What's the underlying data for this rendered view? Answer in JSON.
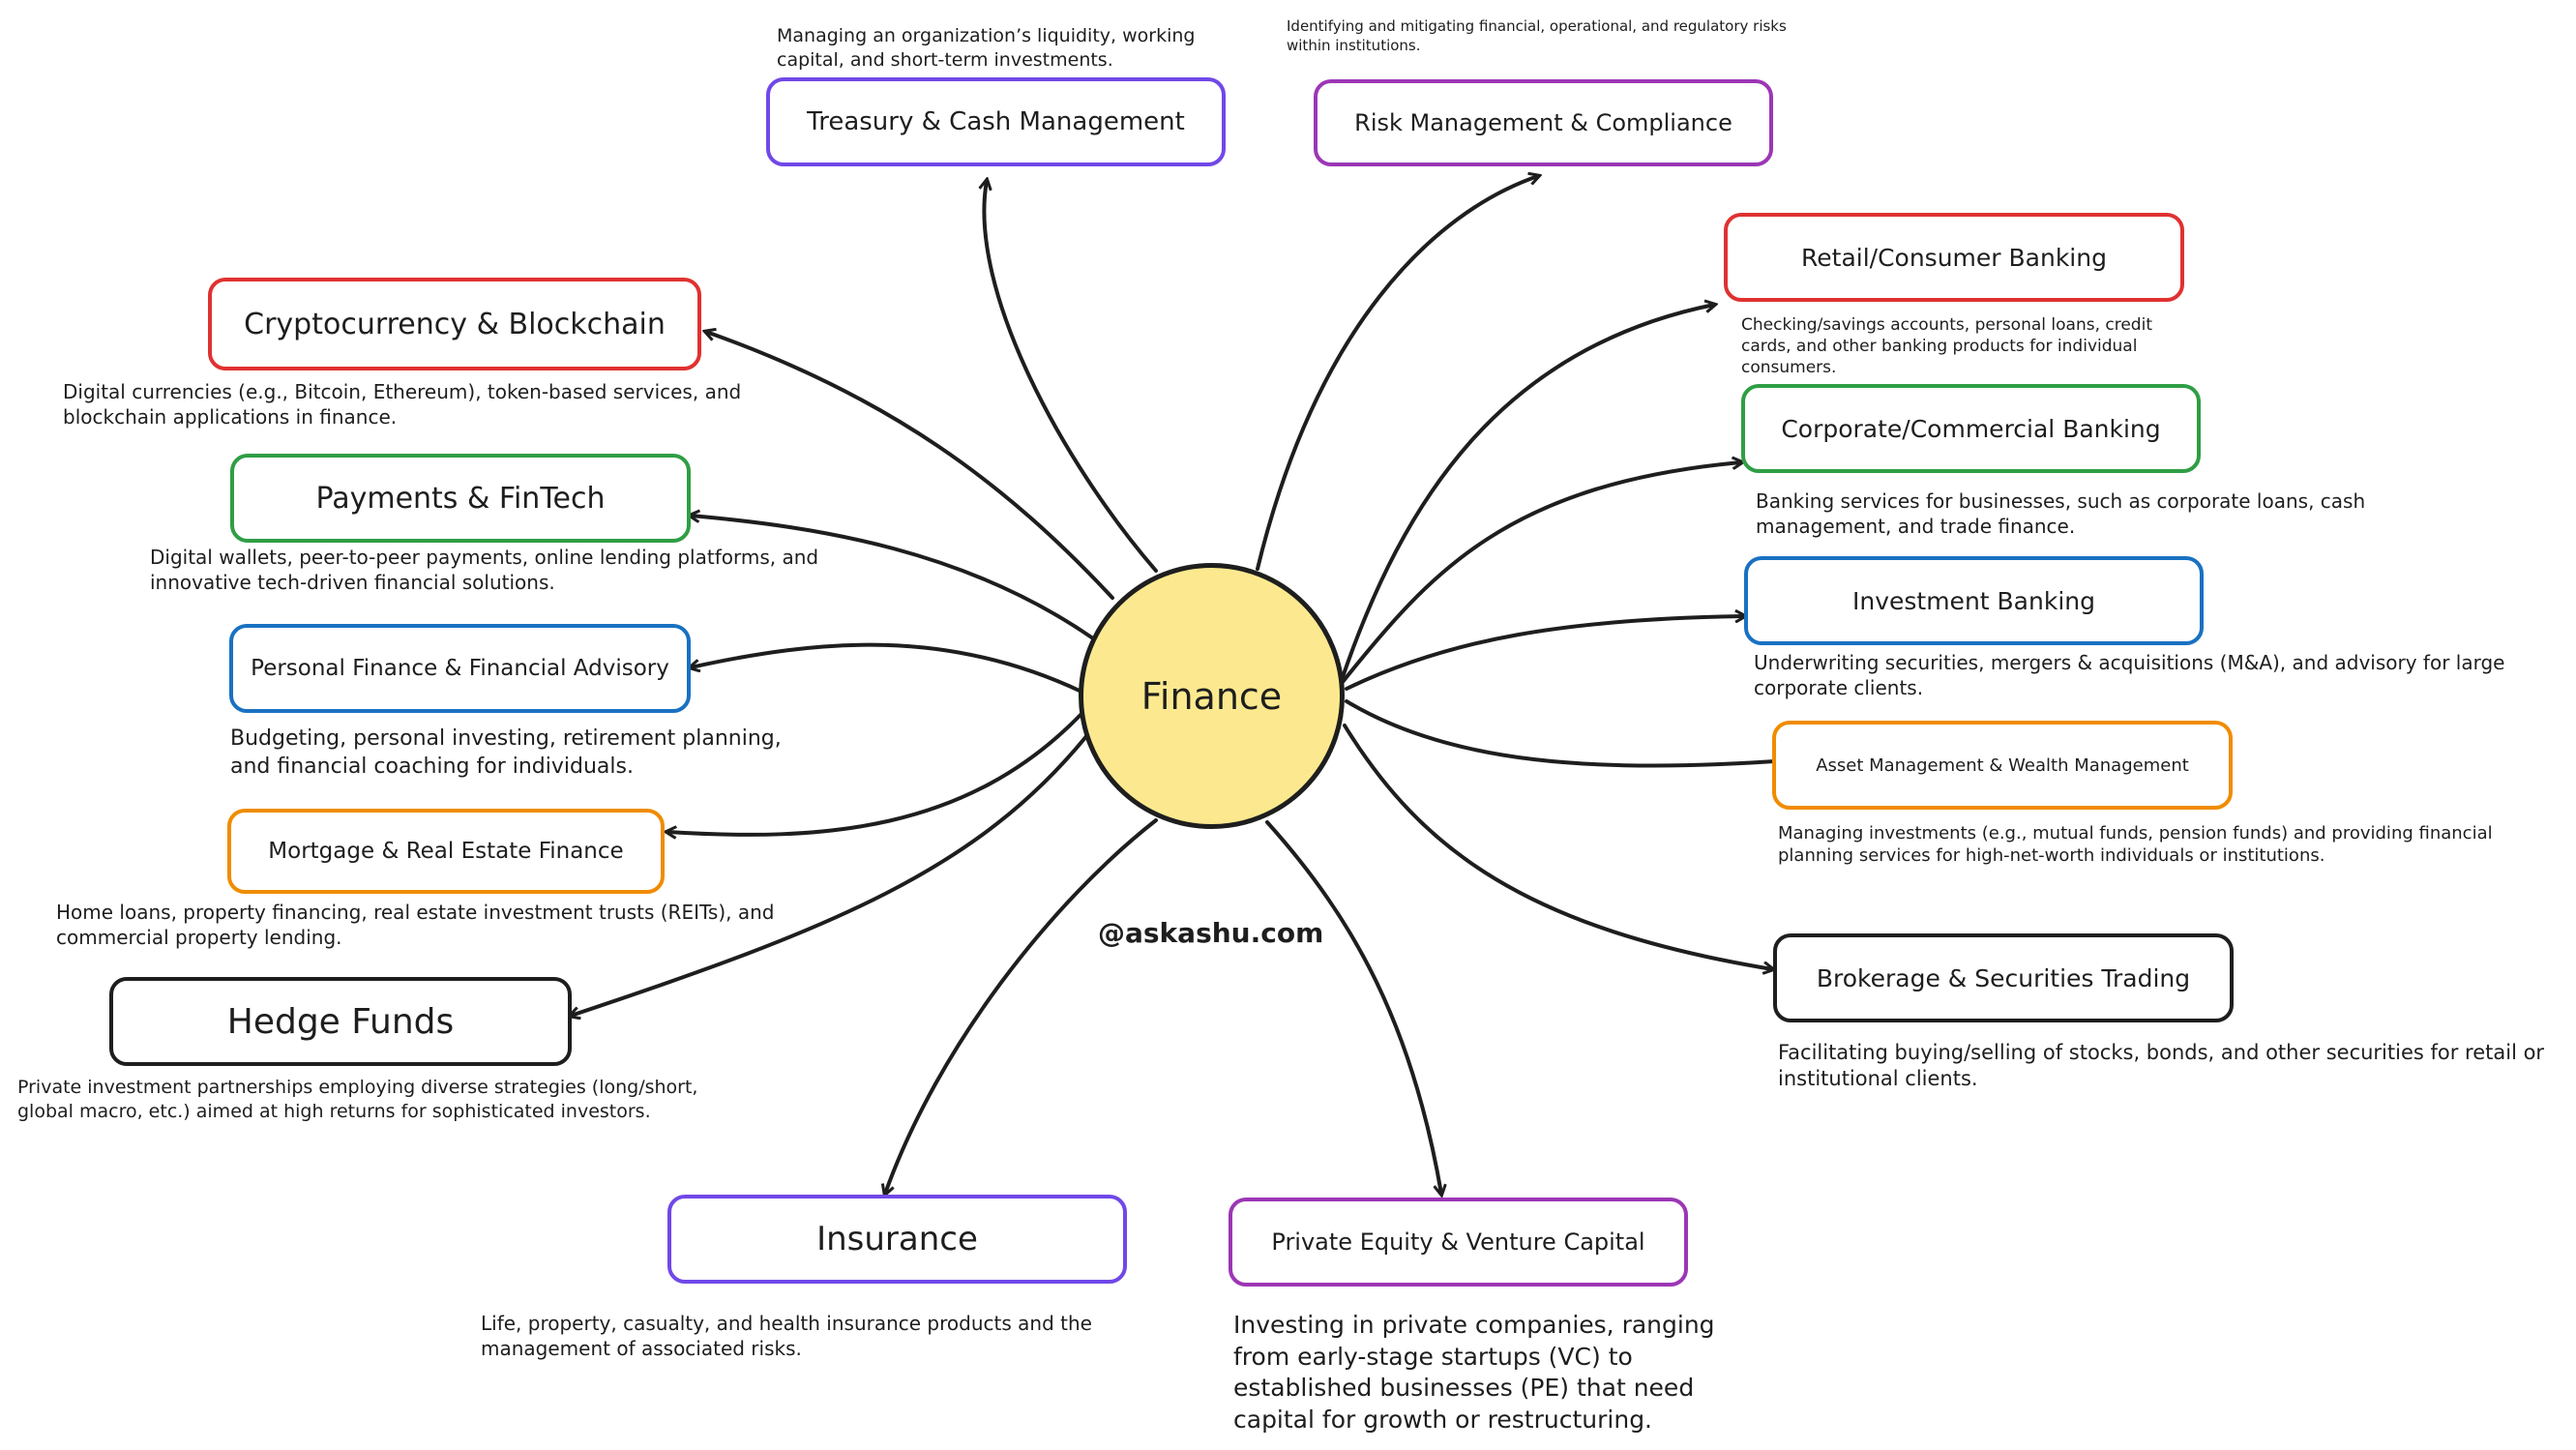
{
  "center": {
    "label": "Finance",
    "fill": "#fce98f"
  },
  "watermark": "@askashu.com",
  "colors": {
    "red": "#e03131",
    "green": "#2f9e44",
    "blue": "#1971c2",
    "orange": "#f08c00",
    "black": "#1e1e1e",
    "purple": "#7048e8",
    "magenta": "#9c36b5"
  },
  "nodes": [
    {
      "id": "treasury",
      "label": "Treasury & Cash Management",
      "color": "#7048e8",
      "desc": "Managing an organization’s liquidity, working capital, and short-term investments."
    },
    {
      "id": "risk",
      "label": "Risk Management & Compliance",
      "color": "#9c36b5",
      "desc": "Identifying and mitigating financial, operational, and regulatory risks within institutions."
    },
    {
      "id": "crypto",
      "label": "Cryptocurrency & Blockchain",
      "color": "#e03131",
      "desc": "Digital currencies (e.g., Bitcoin, Ethereum), token-based services, and blockchain applications in finance."
    },
    {
      "id": "payments",
      "label": "Payments & FinTech",
      "color": "#2f9e44",
      "desc": "Digital wallets, peer-to-peer payments, online lending platforms, and innovative tech-driven financial solutions."
    },
    {
      "id": "personal",
      "label": "Personal Finance & Financial Advisory",
      "color": "#1971c2",
      "desc": "Budgeting, personal investing, retirement planning, and financial coaching for individuals."
    },
    {
      "id": "mortgage",
      "label": "Mortgage & Real Estate Finance",
      "color": "#f08c00",
      "desc": "Home loans, property financing, real estate investment trusts (REITs), and commercial property lending."
    },
    {
      "id": "hedge",
      "label": "Hedge Funds",
      "color": "#1e1e1e",
      "desc": "Private investment partnerships employing diverse strategies (long/short, global macro, etc.) aimed at high returns for sophisticated investors."
    },
    {
      "id": "insurance",
      "label": "Insurance",
      "color": "#7048e8",
      "desc": "Life, property, casualty, and health insurance products and the management of associated risks."
    },
    {
      "id": "pevc",
      "label": "Private Equity & Venture Capital",
      "color": "#9c36b5",
      "desc": "Investing in private companies, ranging from early-stage startups (VC) to established businesses (PE) that need capital for growth or restructuring."
    },
    {
      "id": "retail",
      "label": "Retail/Consumer Banking",
      "color": "#e03131",
      "desc": "Checking/savings accounts, personal loans, credit cards, and other banking products for individual consumers."
    },
    {
      "id": "corporate",
      "label": "Corporate/Commercial Banking",
      "color": "#2f9e44",
      "desc": "Banking services for businesses, such as corporate loans, cash management, and trade finance."
    },
    {
      "id": "investment",
      "label": "Investment Banking",
      "color": "#1971c2",
      "desc": "Underwriting securities, mergers & acquisitions (M&A), and advisory for large corporate clients."
    },
    {
      "id": "asset",
      "label": "Asset Management & Wealth Management",
      "color": "#f08c00",
      "desc": "Managing investments (e.g., mutual funds, pension funds) and providing financial planning services for high-net-worth individuals or institutions."
    },
    {
      "id": "brokerage",
      "label": "Brokerage & Securities Trading",
      "color": "#1e1e1e",
      "desc": "Facilitating buying/selling of stocks, bonds, and other securities for retail or institutional clients."
    }
  ]
}
